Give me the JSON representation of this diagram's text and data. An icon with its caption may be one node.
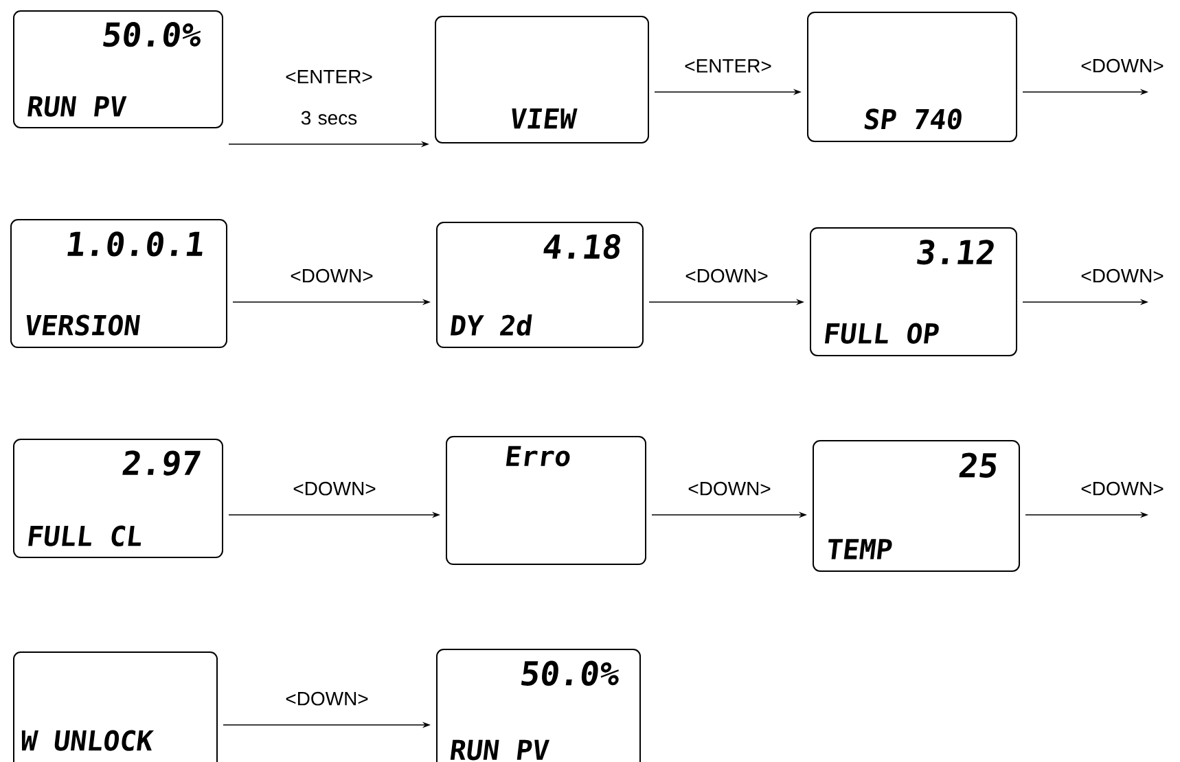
{
  "diagram": {
    "nodes": [
      {
        "text": [
          "50.0%",
          "RUN PV"
        ]
      },
      {
        "text": [
          "VIEW"
        ]
      },
      {
        "text": [
          "SP 740"
        ]
      },
      {
        "text": [
          "1.0.0.1",
          "VERSION"
        ]
      },
      {
        "text": [
          "4.18",
          "DY 2d"
        ]
      },
      {
        "text": [
          "3.12",
          "FULL OP"
        ]
      },
      {
        "text": [
          "2.97",
          "FULL CL"
        ]
      },
      {
        "text": [
          "Erro"
        ]
      },
      {
        "text": [
          "25",
          "TEMP"
        ]
      },
      {
        "text": [
          "W UNLOCK"
        ]
      },
      {
        "text": [
          "50.0%",
          "RUN PV"
        ]
      }
    ],
    "edges": [
      {
        "from": 0,
        "to": 1,
        "arrow": "to",
        "label": "<ENTER> 3 secs"
      },
      {
        "from": 1,
        "to": 2,
        "arrow": "to",
        "label": "<ENTER>"
      },
      {
        "from": 2,
        "to": null,
        "arrow": "to",
        "label": "<DOWN>"
      },
      {
        "from": 3,
        "to": 4,
        "arrow": "to",
        "label": "<DOWN>"
      },
      {
        "from": 4,
        "to": 5,
        "arrow": "to",
        "label": "<DOWN>"
      },
      {
        "from": 5,
        "to": null,
        "arrow": "to",
        "label": "<DOWN>"
      },
      {
        "from": 6,
        "to": 7,
        "arrow": "to",
        "label": "<DOWN>"
      },
      {
        "from": 7,
        "to": 8,
        "arrow": "to",
        "label": "<DOWN>"
      },
      {
        "from": 8,
        "to": null,
        "arrow": "to",
        "label": "<DOWN>"
      },
      {
        "from": 9,
        "to": 10,
        "arrow": "to",
        "label": "<DOWN>"
      }
    ]
  }
}
